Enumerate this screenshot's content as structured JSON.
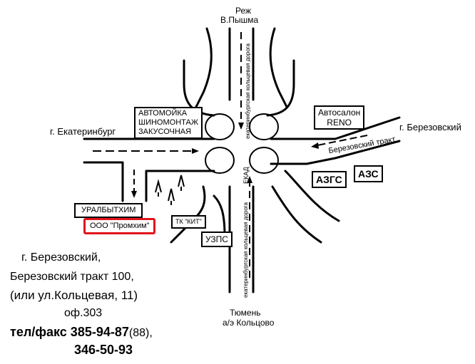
{
  "directions": {
    "north_1": "Реж",
    "north_2": "В.Пышма",
    "west": "г. Екатеринбург",
    "east": "г. Березовский",
    "south_1": "Тюмень",
    "south_2": "а/э Кольцово"
  },
  "roads": {
    "ring_north": "екатеринбургская кольцевая дорога",
    "ekad": "ЕКАД",
    "ring_south": "екатеринбургская кольцевая дорога",
    "berezovsky_tract": "Березовский тракт"
  },
  "places": {
    "carwash_1": "АВТОМОЙКА",
    "carwash_2": "ШИНОМОНТАЖ",
    "carwash_3": "ЗАКУСОЧНАЯ",
    "autosalon_1": "Автосалон",
    "autosalon_2": "RENO",
    "azgs": "АЗГС",
    "azs": "АЗС",
    "uralbythim": "УРАЛБЫТХИМ",
    "promhim": "ООО \"Промхим\"",
    "tk_kit": "ТК \"КИТ\"",
    "uzps": "УЗПС"
  },
  "address": {
    "line1": "г. Березовский,",
    "line2": "Березовский тракт  100,",
    "line3": "(или ул.Кольцевая, 11)",
    "line4": "оф.303",
    "phone1": "тел/факс 385-94-87",
    "phone1_extra": "(88),",
    "phone2": "346-50-93"
  },
  "colors": {
    "highlight": "#e0141b",
    "ink": "#000000"
  }
}
